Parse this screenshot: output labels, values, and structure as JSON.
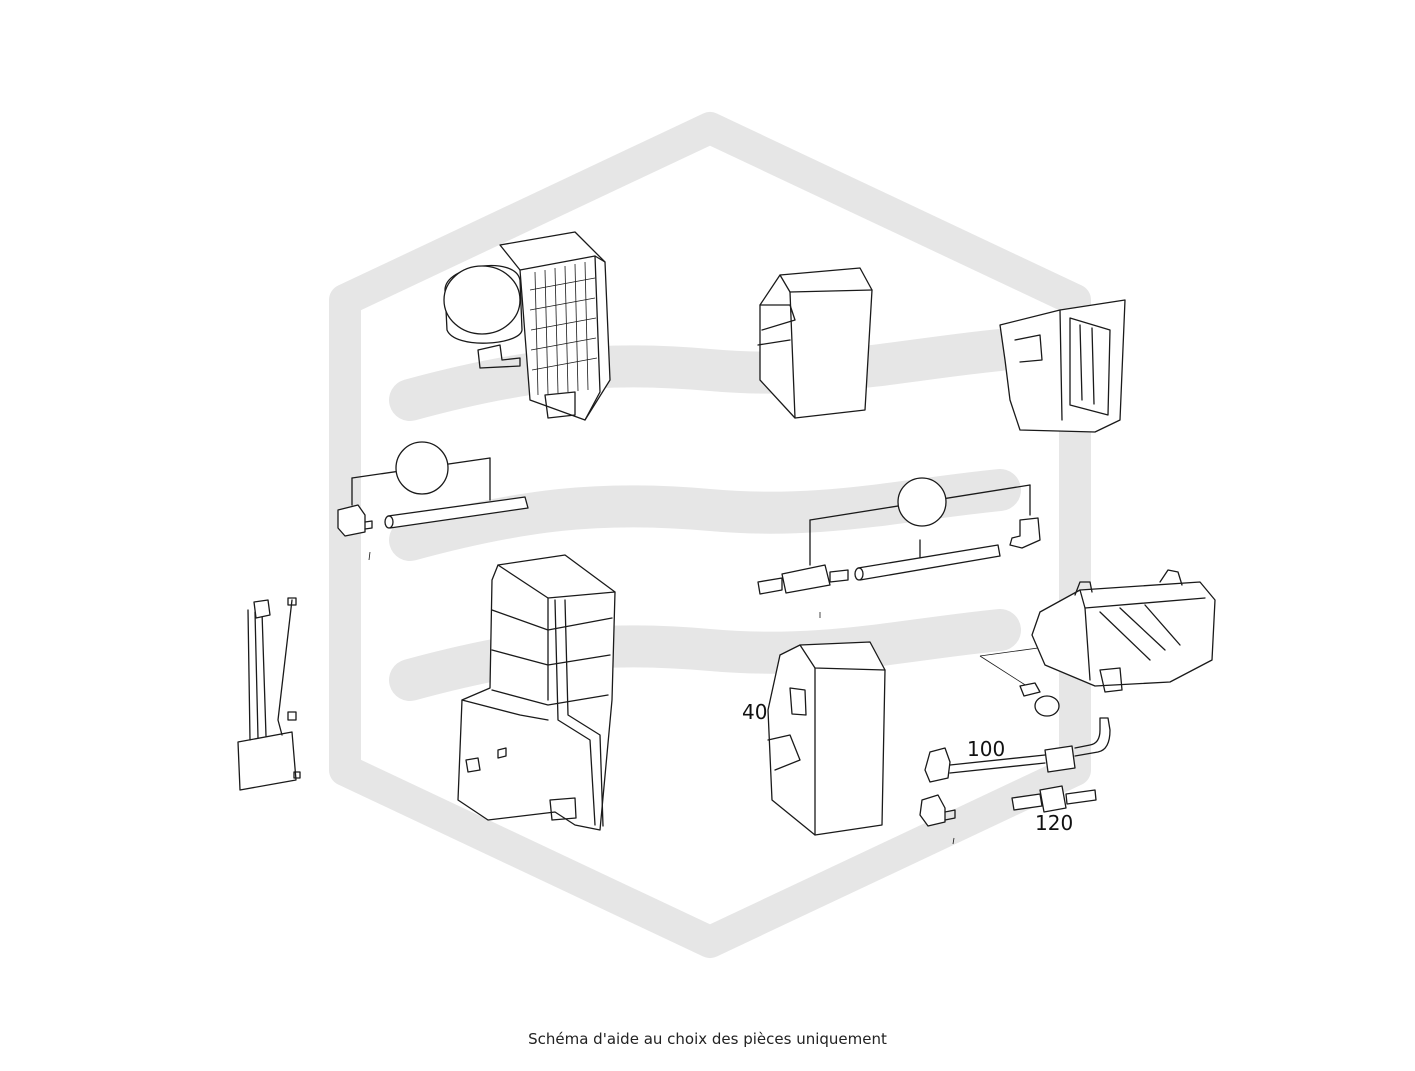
{
  "caption": "Schéma d'aide au choix des pièces uniquement",
  "callouts": {
    "part_40": "40",
    "part_100": "100",
    "part_120": "120"
  },
  "colors": {
    "line": "#1a1a1a",
    "watermark": "#e6e6e6",
    "background": "#ffffff"
  },
  "watermark": {
    "icon": "hexagon-logo-watermark"
  }
}
